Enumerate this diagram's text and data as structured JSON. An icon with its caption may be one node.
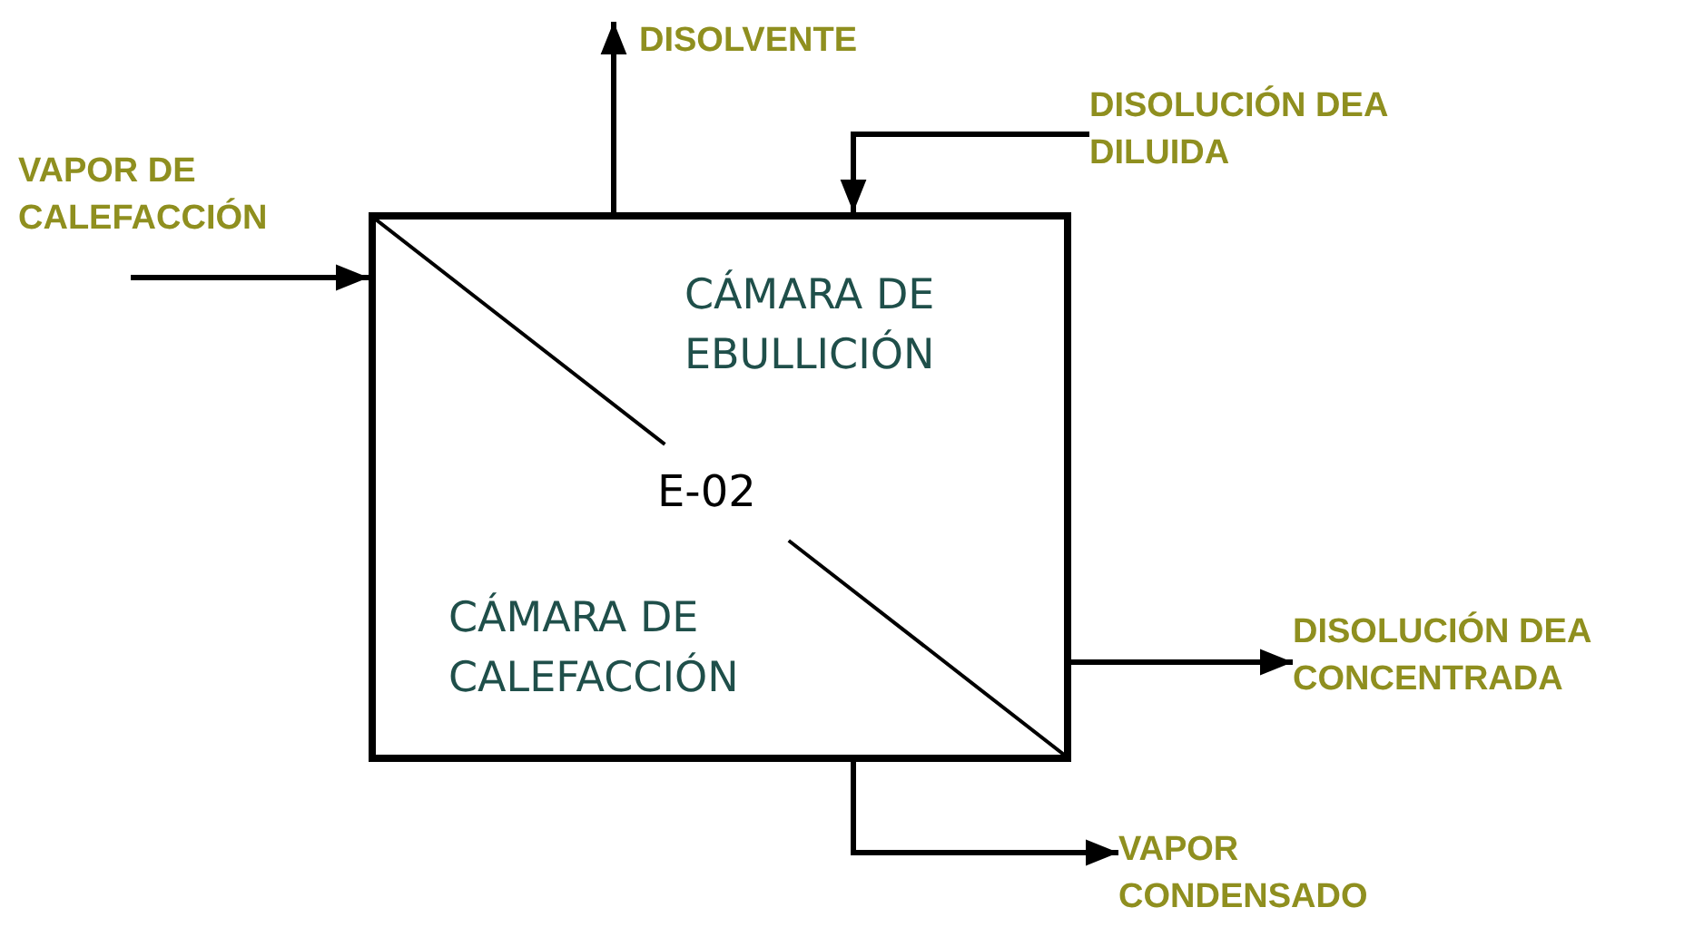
{
  "diagram": {
    "nodes": [
      {
        "text": [
          "DISOLVENTE"
        ]
      },
      {
        "text": [
          "DISOLUCIÓN DEA DILUIDA"
        ]
      },
      {
        "text": [
          "VAPOR DE CALEFACCIÓN"
        ]
      },
      {
        "text": [
          "CÁMARA DE EBULLICIÓN",
          "E-02",
          "CÁMARA DE CALEFACCIÓN"
        ]
      },
      {
        "text": [
          "DISOLUCIÓN DEA CONCENTRADA"
        ]
      },
      {
        "text": [
          "VAPOR CONDENSADO"
        ]
      }
    ],
    "edges": [
      {
        "from": 2,
        "to": 3,
        "arrow": "to"
      },
      {
        "from": 3,
        "to": 0,
        "arrow": "to"
      },
      {
        "from": 1,
        "to": 3,
        "arrow": "to"
      },
      {
        "from": 3,
        "to": 4,
        "arrow": "to"
      },
      {
        "from": 3,
        "to": 5,
        "arrow": "to"
      }
    ]
  }
}
